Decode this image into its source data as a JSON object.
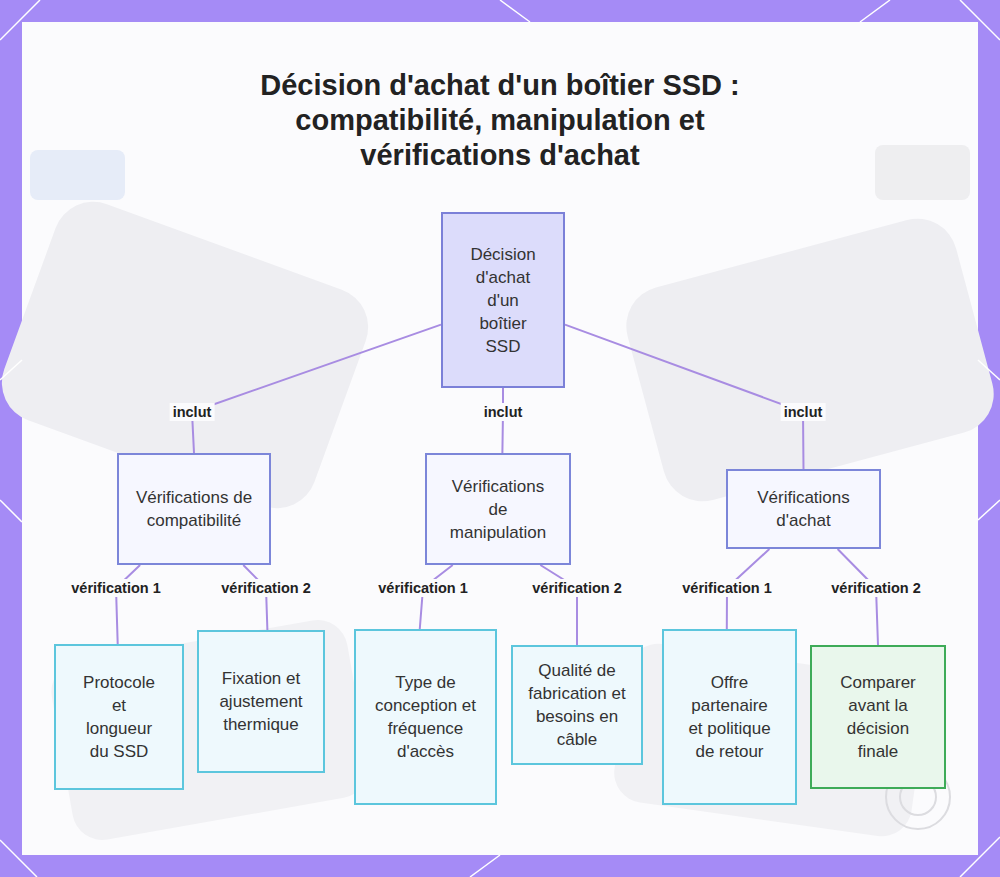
{
  "diagram": {
    "title": "Décision d'achat d'un boîtier SSD : compatibilité, manipulation et vérifications d'achat",
    "nodes": [
      {
        "text": [
          "Décision d'achat d'un boîtier SSD"
        ]
      },
      {
        "text": [
          "Vérifications de compatibilité"
        ]
      },
      {
        "text": [
          "Vérifications de manipulation"
        ]
      },
      {
        "text": [
          "Vérifications d'achat"
        ]
      },
      {
        "text": [
          "Protocole et longueur du SSD"
        ]
      },
      {
        "text": [
          "Fixation et ajustement thermique"
        ]
      },
      {
        "text": [
          "Type de conception et fréquence d'accès"
        ]
      },
      {
        "text": [
          "Qualité de fabrication et besoins en câble"
        ]
      },
      {
        "text": [
          "Offre partenaire et politique de retour"
        ]
      },
      {
        "text": [
          "Comparer avant la décision finale"
        ]
      }
    ],
    "edges": [
      {
        "from": 0,
        "to": 1,
        "label": "inclut",
        "arrow": "none"
      },
      {
        "from": 0,
        "to": 2,
        "label": "inclut",
        "arrow": "none"
      },
      {
        "from": 0,
        "to": 3,
        "label": "inclut",
        "arrow": "none"
      },
      {
        "from": 1,
        "to": 4,
        "label": "vérification 1",
        "arrow": "none"
      },
      {
        "from": 1,
        "to": 5,
        "label": "vérification 2",
        "arrow": "none"
      },
      {
        "from": 2,
        "to": 6,
        "label": "vérification 1",
        "arrow": "none"
      },
      {
        "from": 2,
        "to": 7,
        "label": "vérification 2",
        "arrow": "none"
      },
      {
        "from": 3,
        "to": 8,
        "label": "vérification 1",
        "arrow": "none"
      },
      {
        "from": 3,
        "to": 9,
        "label": "vérification 2",
        "arrow": "none"
      }
    ]
  }
}
